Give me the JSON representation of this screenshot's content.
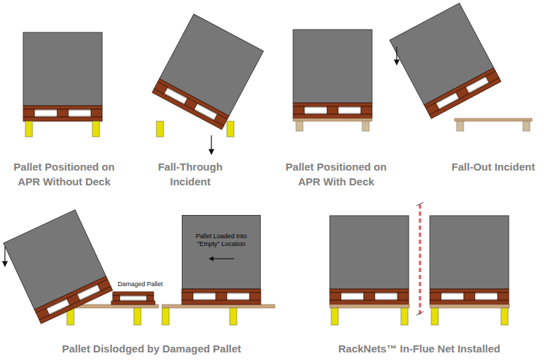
{
  "diagram": {
    "nodes": [
      {
        "text": [
          "Pallet Loaded Into \"Empty\" Location"
        ]
      }
    ],
    "labels": [
      "Pallet Positioned on APR Without Deck",
      "Fall-Through Incident",
      "Pallet Positioned on APR With Deck",
      "Fall-Out Incident",
      "Damaged Pallet",
      "Pallet Dislodged by Damaged Pallet",
      "RackNets™ In-Flue Net Installed"
    ]
  }
}
